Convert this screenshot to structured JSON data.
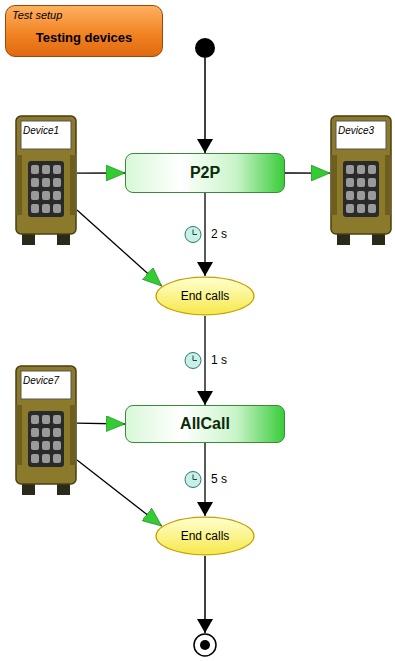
{
  "diagram": {
    "nodes": [
      {
        "text": [
          "Test setup",
          "Testing devices"
        ]
      },
      {
        "text": [
          "Device1"
        ]
      },
      {
        "text": [
          "P2P"
        ]
      },
      {
        "text": [
          "Device3"
        ]
      },
      {
        "text": [
          "End calls"
        ]
      },
      {
        "text": [
          "Device7"
        ]
      },
      {
        "text": [
          "AllCall"
        ]
      },
      {
        "text": [
          "End calls"
        ]
      }
    ],
    "edges": [
      {
        "from": 1,
        "to": 2,
        "arrow": "to"
      },
      {
        "from": 2,
        "to": 3,
        "arrow": "to"
      },
      {
        "from": 1,
        "to": 4,
        "arrow": "to"
      },
      {
        "from": 2,
        "to": 4,
        "label": "2 s",
        "arrow": "to"
      },
      {
        "from": 4,
        "to": 6,
        "label": "1 s",
        "arrow": "to"
      },
      {
        "from": 5,
        "to": 6,
        "arrow": "to"
      },
      {
        "from": 5,
        "to": 7,
        "arrow": "to"
      },
      {
        "from": 6,
        "to": 7,
        "label": "5 s",
        "arrow": "to"
      }
    ]
  }
}
